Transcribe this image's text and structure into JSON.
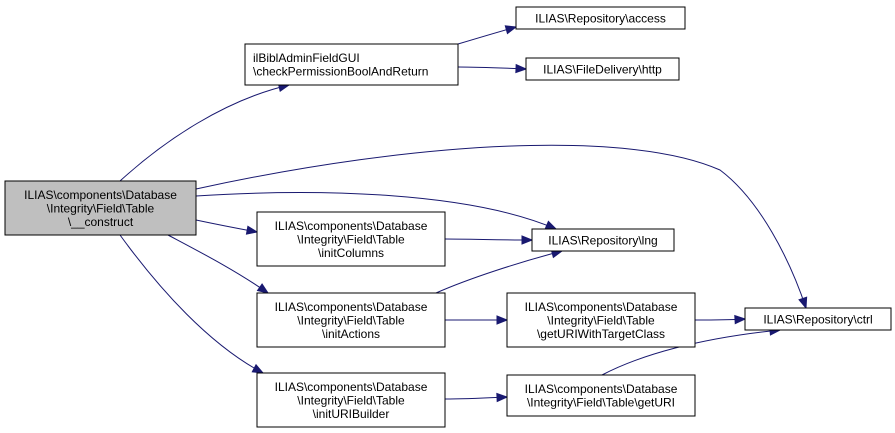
{
  "graph": {
    "edge_color": "#191970",
    "current_node_fill": "#bfbfbf",
    "nodes": [
      {
        "id": "construct",
        "lines": [
          "ILIAS\\components\\Database",
          "\\Integrity\\Field\\Table",
          "\\__construct"
        ],
        "current": true
      },
      {
        "id": "checkPermission",
        "lines": [
          "ilBiblAdminFieldGUI",
          "\\checkPermissionBoolAndReturn"
        ]
      },
      {
        "id": "access",
        "lines": [
          "ILIAS\\Repository\\access"
        ]
      },
      {
        "id": "http",
        "lines": [
          "ILIAS\\FileDelivery\\http"
        ]
      },
      {
        "id": "initColumns",
        "lines": [
          "ILIAS\\components\\Database",
          "\\Integrity\\Field\\Table",
          "\\initColumns"
        ]
      },
      {
        "id": "lng",
        "lines": [
          "ILIAS\\Repository\\lng"
        ]
      },
      {
        "id": "initActions",
        "lines": [
          "ILIAS\\components\\Database",
          "\\Integrity\\Field\\Table",
          "\\initActions"
        ]
      },
      {
        "id": "getURIWithTargetClass",
        "lines": [
          "ILIAS\\components\\Database",
          "\\Integrity\\Field\\Table",
          "\\getURIWithTargetClass"
        ]
      },
      {
        "id": "ctrl",
        "lines": [
          "ILIAS\\Repository\\ctrl"
        ]
      },
      {
        "id": "initURIBuilder",
        "lines": [
          "ILIAS\\components\\Database",
          "\\Integrity\\Field\\Table",
          "\\initURIBuilder"
        ]
      },
      {
        "id": "getURI",
        "lines": [
          "ILIAS\\components\\Database",
          "\\Integrity\\Field\\Table\\getURI"
        ]
      }
    ],
    "edges": [
      {
        "from": "construct",
        "to": "checkPermission"
      },
      {
        "from": "construct",
        "to": "ctrl"
      },
      {
        "from": "construct",
        "to": "lng"
      },
      {
        "from": "construct",
        "to": "initColumns"
      },
      {
        "from": "construct",
        "to": "initActions"
      },
      {
        "from": "construct",
        "to": "initURIBuilder"
      },
      {
        "from": "checkPermission",
        "to": "access"
      },
      {
        "from": "checkPermission",
        "to": "http"
      },
      {
        "from": "initColumns",
        "to": "lng"
      },
      {
        "from": "initActions",
        "to": "lng"
      },
      {
        "from": "initActions",
        "to": "getURIWithTargetClass"
      },
      {
        "from": "getURIWithTargetClass",
        "to": "ctrl"
      },
      {
        "from": "initURIBuilder",
        "to": "getURI"
      },
      {
        "from": "getURI",
        "to": "ctrl"
      }
    ]
  }
}
